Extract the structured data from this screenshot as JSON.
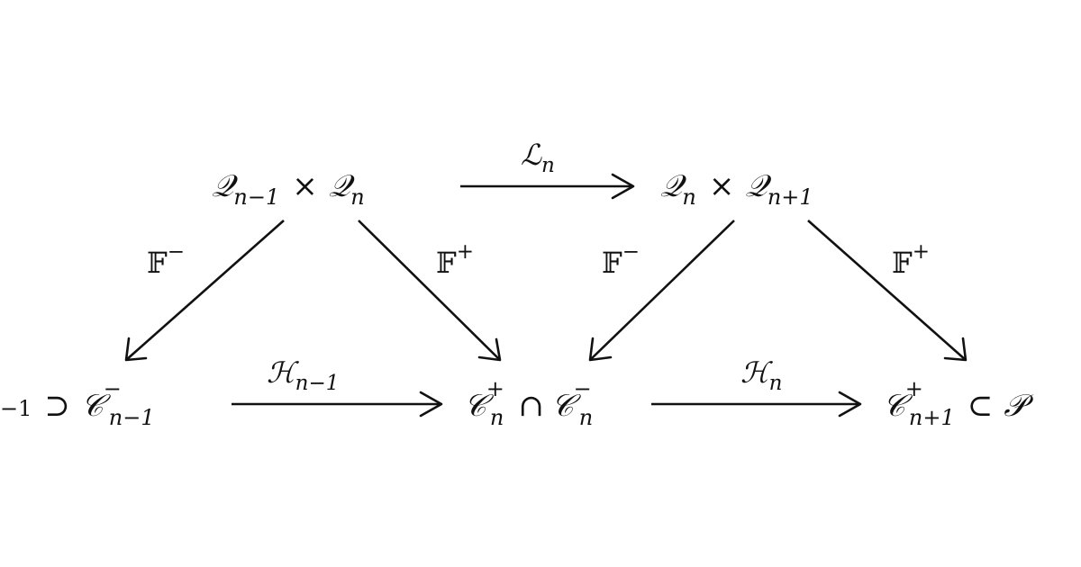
{
  "nodes": {
    "q_top_left": {
      "a": "𝒬",
      "a_sub": "n−1",
      "op": "×",
      "b": "𝒬",
      "b_sub": "n"
    },
    "q_top_right": {
      "a": "𝒬",
      "a_sub": "n",
      "op": "×",
      "b": "𝒬",
      "b_sub": "n+1"
    },
    "bottom_left": {
      "pre": "−1",
      "op": "⊃",
      "c": "𝒞",
      "c_sup": "−",
      "c_sub": "n−1"
    },
    "bottom_mid": {
      "a": "𝒞",
      "a_sup": "+",
      "a_sub": "n",
      "op": "∩",
      "b": "𝒞",
      "b_sup": "−",
      "b_sub": "n"
    },
    "bottom_right": {
      "a": "𝒞",
      "a_sup": "+",
      "a_sub": "n+1",
      "op": "⊂",
      "b": "𝒫"
    }
  },
  "edges": {
    "L_n": {
      "sym": "ℒ",
      "sub": "n"
    },
    "H_n_minus_1": {
      "sym": "ℋ",
      "sub": "n−1"
    },
    "H_n": {
      "sym": "ℋ",
      "sub": "n"
    },
    "F_minus_left": {
      "sym": "𝔽",
      "sup": "−"
    },
    "F_plus_left": {
      "sym": "𝔽",
      "sup": "+"
    },
    "F_minus_right": {
      "sym": "𝔽",
      "sup": "−"
    },
    "F_plus_right": {
      "sym": "𝔽",
      "sup": "+"
    }
  }
}
